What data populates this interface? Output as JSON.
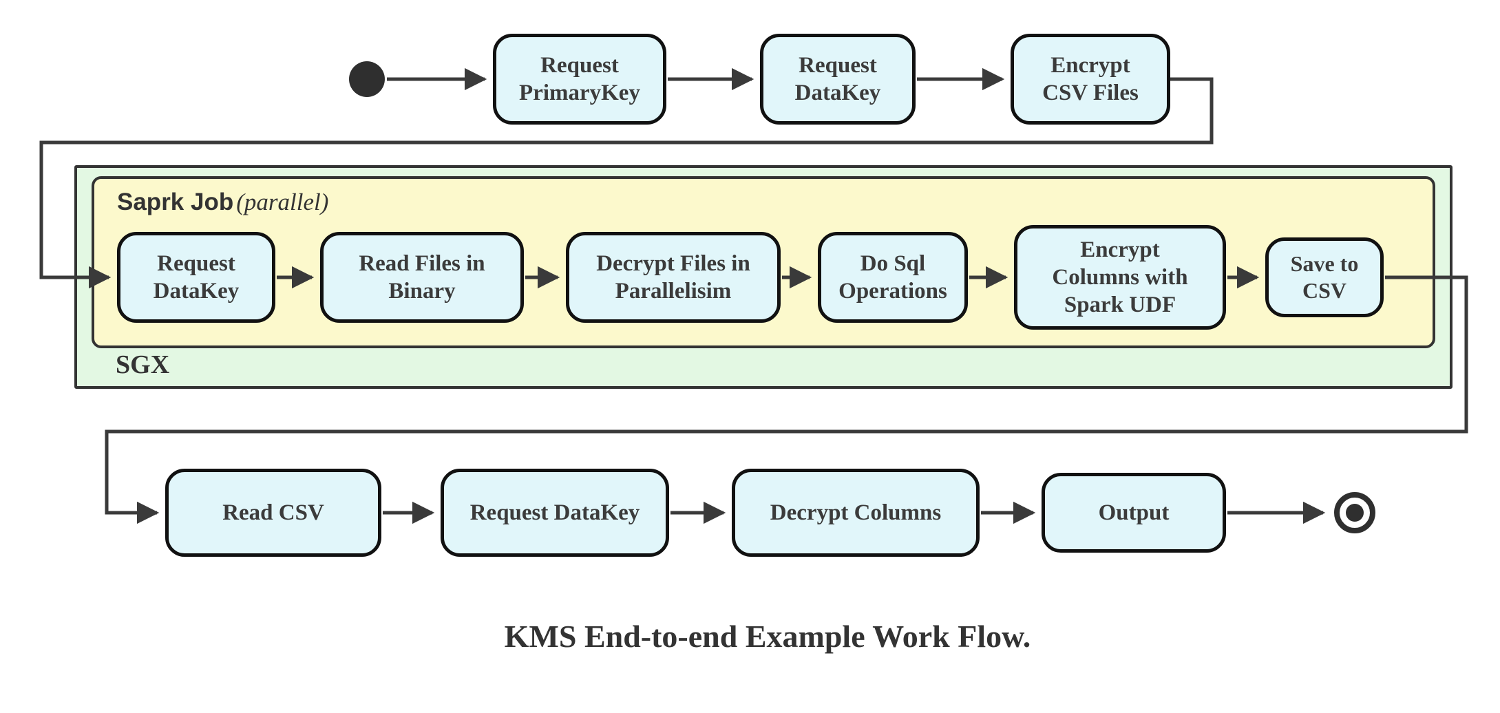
{
  "caption": "KMS End-to-end Example Work Flow.",
  "colors": {
    "node_fill": "#E1F6FA",
    "node_border": "#111111",
    "node_text": "#3B3B3B",
    "yellow_fill": "#FCF9CC",
    "green_fill": "#E3F8E3",
    "container_border": "#333333",
    "edge": "#3A3A3A",
    "marker": "#2F2F2F",
    "label_text": "#333333"
  },
  "markers": {
    "start": "initial-state",
    "end": "final-state"
  },
  "containers": {
    "spark_job": {
      "label": "Saprk Job",
      "qualifier": "(parallel)"
    },
    "sgx": {
      "label": "SGX"
    }
  },
  "nodes": {
    "top": [
      {
        "label": "Request\nPrimaryKey"
      },
      {
        "label": "Request\nDataKey"
      },
      {
        "label": "Encrypt\nCSV Files"
      }
    ],
    "middle": [
      {
        "label": "Request\nDataKey"
      },
      {
        "label": "Read Files in\nBinary"
      },
      {
        "label": "Decrypt Files in\nParallelisim"
      },
      {
        "label": "Do Sql\nOperations"
      },
      {
        "label": "Encrypt\nColumns with\nSpark UDF"
      },
      {
        "label": "Save to CSV"
      }
    ],
    "bottom": [
      {
        "label": "Read CSV"
      },
      {
        "label": "Request DataKey"
      },
      {
        "label": "Decrypt Columns"
      },
      {
        "label": "Output"
      }
    ]
  }
}
